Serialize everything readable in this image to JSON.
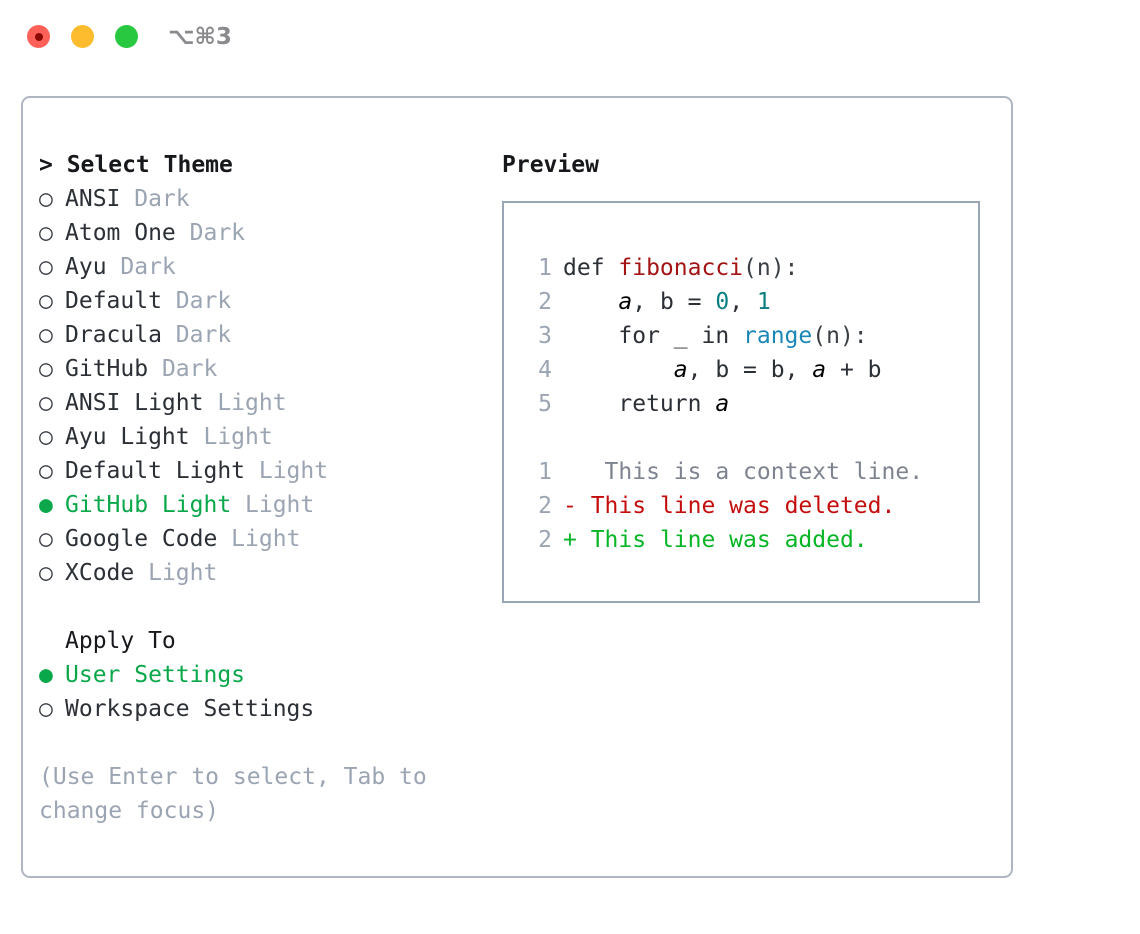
{
  "titlebar": {
    "shortcut": "⌥⌘3",
    "buttons": [
      {
        "name": "close",
        "color": "#FF6058"
      },
      {
        "name": "minimize",
        "color": "#FDBC2D"
      },
      {
        "name": "maximize",
        "color": "#28C840"
      }
    ]
  },
  "theme_section": {
    "header": "> Select Theme",
    "items": [
      {
        "marker": "○",
        "label": "ANSI",
        "tag": "Dark",
        "selected": false
      },
      {
        "marker": "○",
        "label": "Atom One",
        "tag": "Dark",
        "selected": false
      },
      {
        "marker": "○",
        "label": "Ayu",
        "tag": "Dark",
        "selected": false
      },
      {
        "marker": "○",
        "label": "Default",
        "tag": "Dark",
        "selected": false
      },
      {
        "marker": "○",
        "label": "Dracula",
        "tag": "Dark",
        "selected": false
      },
      {
        "marker": "○",
        "label": "GitHub",
        "tag": "Dark",
        "selected": false
      },
      {
        "marker": "○",
        "label": "ANSI Light",
        "tag": "Light",
        "selected": false
      },
      {
        "marker": "○",
        "label": "Ayu Light",
        "tag": "Light",
        "selected": false
      },
      {
        "marker": "○",
        "label": "Default Light",
        "tag": "Light",
        "selected": false
      },
      {
        "marker": "●",
        "label": "GitHub Light",
        "tag": "Light",
        "selected": true
      },
      {
        "marker": "○",
        "label": "Google Code",
        "tag": "Light",
        "selected": false
      },
      {
        "marker": "○",
        "label": "XCode",
        "tag": "Light",
        "selected": false
      }
    ]
  },
  "apply_section": {
    "header": "Apply To",
    "items": [
      {
        "marker": "●",
        "label": "User Settings",
        "selected": true
      },
      {
        "marker": "○",
        "label": "Workspace Settings",
        "selected": false
      }
    ]
  },
  "hint": "(Use Enter to select, Tab to change focus)",
  "preview": {
    "header": "Preview",
    "code_lines": [
      {
        "no": "1",
        "tokens": [
          {
            "t": "def ",
            "c": "tok-def"
          },
          {
            "t": "fibonacci",
            "c": "tok-fn"
          },
          {
            "t": "(n):",
            "c": "tok-punc"
          }
        ]
      },
      {
        "no": "2",
        "tokens": [
          {
            "t": "    ",
            "c": "code-text"
          },
          {
            "t": "a",
            "c": "tok-var"
          },
          {
            "t": ", b = ",
            "c": "code-text"
          },
          {
            "t": "0",
            "c": "tok-num"
          },
          {
            "t": ", ",
            "c": "code-text"
          },
          {
            "t": "1",
            "c": "tok-num"
          }
        ]
      },
      {
        "no": "3",
        "tokens": [
          {
            "t": "    for _ in ",
            "c": "code-text"
          },
          {
            "t": "range",
            "c": "tok-builtin"
          },
          {
            "t": "(n):",
            "c": "tok-punc"
          }
        ]
      },
      {
        "no": "4",
        "tokens": [
          {
            "t": "        ",
            "c": "code-text"
          },
          {
            "t": "a",
            "c": "tok-var"
          },
          {
            "t": ", b = b, ",
            "c": "code-text"
          },
          {
            "t": "a",
            "c": "tok-var"
          },
          {
            "t": " + b",
            "c": "code-text"
          }
        ]
      },
      {
        "no": "5",
        "tokens": [
          {
            "t": "    return ",
            "c": "code-text"
          },
          {
            "t": "a",
            "c": "tok-var"
          }
        ]
      }
    ],
    "diff_lines": [
      {
        "no": "1",
        "sign": " ",
        "text": "  This is a context line.",
        "kind": "diff-ctx"
      },
      {
        "no": "2",
        "sign": "-",
        "text": " This line was deleted.",
        "kind": "diff-del"
      },
      {
        "no": "2",
        "sign": "+",
        "text": " This line was added.",
        "kind": "diff-add"
      }
    ]
  },
  "colors": {
    "selected_green": "#0AA84A",
    "tag_gray": "#9BA4B2",
    "diff_add": "#07B526",
    "diff_del": "#C40E0E",
    "fn_red": "#A31515",
    "builtin_blue": "#1B87B8",
    "number_teal": "#0B8080",
    "border": "#AFB6C2"
  }
}
